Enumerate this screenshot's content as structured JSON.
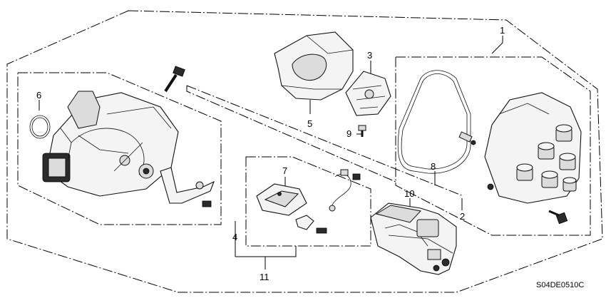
{
  "callouts": {
    "c1": "1",
    "c2": "2",
    "c3": "3",
    "c4": "4",
    "c5": "5",
    "c6": "6",
    "c7": "7",
    "c8": "8",
    "c9": "9",
    "c10": "10",
    "c11": "11"
  },
  "diagram_code": "S04DE0510C"
}
